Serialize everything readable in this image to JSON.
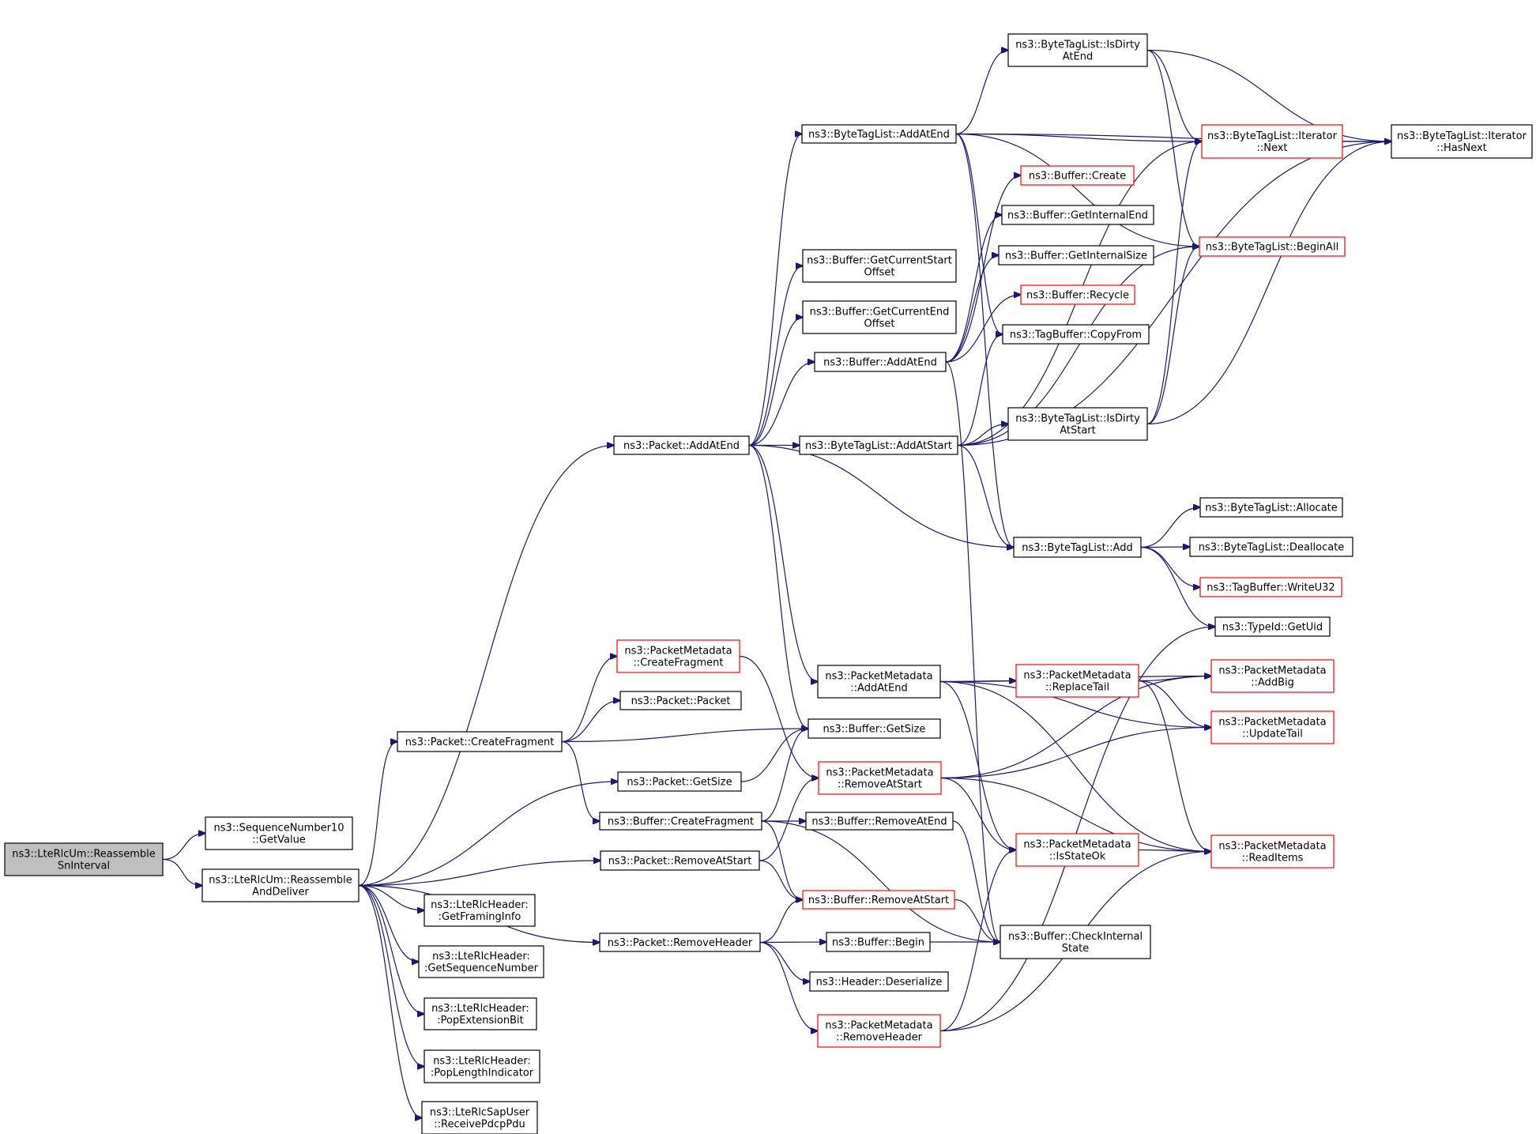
{
  "colors": {
    "edge": "#191970",
    "node_border": "#000000",
    "node_border_truncated": "#ff0000",
    "root_fill": "#bfbfbf",
    "node_fill": "#ffffff"
  },
  "nodes": [
    {
      "id": "root",
      "lines": [
        "ns3::LteRlcUm::Reassemble",
        "SnInterval"
      ],
      "style": "root"
    },
    {
      "id": "sn10",
      "lines": [
        "ns3::SequenceNumber10",
        "::GetValue"
      ],
      "style": "normal"
    },
    {
      "id": "rad",
      "lines": [
        "ns3::LteRlcUm::Reassemble",
        "AndDeliver"
      ],
      "style": "normal"
    },
    {
      "id": "h_getframing",
      "lines": [
        "ns3::LteRlcHeader:",
        ":GetFramingInfo"
      ],
      "style": "normal"
    },
    {
      "id": "h_getseq",
      "lines": [
        "ns3::LteRlcHeader:",
        ":GetSequenceNumber"
      ],
      "style": "normal"
    },
    {
      "id": "h_popext",
      "lines": [
        "ns3::LteRlcHeader:",
        ":PopExtensionBit"
      ],
      "style": "normal"
    },
    {
      "id": "h_poplen",
      "lines": [
        "ns3::LteRlcHeader:",
        ":PopLengthIndicator"
      ],
      "style": "normal"
    },
    {
      "id": "sapuser",
      "lines": [
        "ns3::LteRlcSapUser",
        "::ReceivePdcpPdu"
      ],
      "style": "normal"
    },
    {
      "id": "p_addatend",
      "lines": [
        "ns3::Packet::AddAtEnd"
      ],
      "style": "normal"
    },
    {
      "id": "p_createfrag",
      "lines": [
        "ns3::Packet::CreateFragment"
      ],
      "style": "normal"
    },
    {
      "id": "pm_createfrag",
      "lines": [
        "ns3::PacketMetadata",
        "::CreateFragment"
      ],
      "style": "truncated"
    },
    {
      "id": "p_packet",
      "lines": [
        "ns3::Packet::Packet"
      ],
      "style": "normal"
    },
    {
      "id": "p_getsize",
      "lines": [
        "ns3::Packet::GetSize"
      ],
      "style": "normal"
    },
    {
      "id": "b_createfrag",
      "lines": [
        "ns3::Buffer::CreateFragment"
      ],
      "style": "normal"
    },
    {
      "id": "p_removeatstart",
      "lines": [
        "ns3::Packet::RemoveAtStart"
      ],
      "style": "normal"
    },
    {
      "id": "p_removeheader",
      "lines": [
        "ns3::Packet::RemoveHeader"
      ],
      "style": "normal"
    },
    {
      "id": "btl_addatend",
      "lines": [
        "ns3::ByteTagList::AddAtEnd"
      ],
      "style": "normal"
    },
    {
      "id": "b_getcurstart",
      "lines": [
        "ns3::Buffer::GetCurrentStart",
        "Offset"
      ],
      "style": "normal"
    },
    {
      "id": "b_getcurend",
      "lines": [
        "ns3::Buffer::GetCurrentEnd",
        "Offset"
      ],
      "style": "normal"
    },
    {
      "id": "b_addatend",
      "lines": [
        "ns3::Buffer::AddAtEnd"
      ],
      "style": "normal"
    },
    {
      "id": "btl_addatstart",
      "lines": [
        "ns3::ByteTagList::AddAtStart"
      ],
      "style": "normal"
    },
    {
      "id": "pm_addatend",
      "lines": [
        "ns3::PacketMetadata",
        "::AddAtEnd"
      ],
      "style": "normal"
    },
    {
      "id": "b_getsize",
      "lines": [
        "ns3::Buffer::GetSize"
      ],
      "style": "normal"
    },
    {
      "id": "pm_removeatstart",
      "lines": [
        "ns3::PacketMetadata",
        "::RemoveAtStart"
      ],
      "style": "truncated"
    },
    {
      "id": "b_removeatend",
      "lines": [
        "ns3::Buffer::RemoveAtEnd"
      ],
      "style": "normal"
    },
    {
      "id": "b_removeatstart",
      "lines": [
        "ns3::Buffer::RemoveAtStart"
      ],
      "style": "truncated"
    },
    {
      "id": "b_begin",
      "lines": [
        "ns3::Buffer::Begin"
      ],
      "style": "normal"
    },
    {
      "id": "h_deserialize",
      "lines": [
        "ns3::Header::Deserialize"
      ],
      "style": "normal"
    },
    {
      "id": "pm_removeheader",
      "lines": [
        "ns3::PacketMetadata",
        "::RemoveHeader"
      ],
      "style": "truncated"
    },
    {
      "id": "btl_isdirtyend",
      "lines": [
        "ns3::ByteTagList::IsDirty",
        "AtEnd"
      ],
      "style": "normal"
    },
    {
      "id": "b_create",
      "lines": [
        "ns3::Buffer::Create"
      ],
      "style": "truncated"
    },
    {
      "id": "b_getinternalend",
      "lines": [
        "ns3::Buffer::GetInternalEnd"
      ],
      "style": "normal"
    },
    {
      "id": "b_getinternalsize",
      "lines": [
        "ns3::Buffer::GetInternalSize"
      ],
      "style": "normal"
    },
    {
      "id": "b_recycle",
      "lines": [
        "ns3::Buffer::Recycle"
      ],
      "style": "truncated"
    },
    {
      "id": "tb_copyfrom",
      "lines": [
        "ns3::TagBuffer::CopyFrom"
      ],
      "style": "normal"
    },
    {
      "id": "btl_isdirtystart",
      "lines": [
        "ns3::ByteTagList::IsDirty",
        "AtStart"
      ],
      "style": "normal"
    },
    {
      "id": "btl_add",
      "lines": [
        "ns3::ByteTagList::Add"
      ],
      "style": "normal"
    },
    {
      "id": "pm_replacetail",
      "lines": [
        "ns3::PacketMetadata",
        "::ReplaceTail"
      ],
      "style": "truncated"
    },
    {
      "id": "pm_isstateok",
      "lines": [
        "ns3::PacketMetadata",
        "::IsStateOk"
      ],
      "style": "truncated"
    },
    {
      "id": "b_checkinternal",
      "lines": [
        "ns3::Buffer::CheckInternal",
        "State"
      ],
      "style": "normal"
    },
    {
      "id": "btl_it_next",
      "lines": [
        "ns3::ByteTagList::Iterator",
        "::Next"
      ],
      "style": "truncated"
    },
    {
      "id": "btl_it_hasnext",
      "lines": [
        "ns3::ByteTagList::Iterator",
        "::HasNext"
      ],
      "style": "normal"
    },
    {
      "id": "btl_beginall",
      "lines": [
        "ns3::ByteTagList::BeginAll"
      ],
      "style": "truncated"
    },
    {
      "id": "btl_allocate",
      "lines": [
        "ns3::ByteTagList::Allocate"
      ],
      "style": "normal"
    },
    {
      "id": "btl_deallocate",
      "lines": [
        "ns3::ByteTagList::Deallocate"
      ],
      "style": "normal"
    },
    {
      "id": "tb_writeu32",
      "lines": [
        "ns3::TagBuffer::WriteU32"
      ],
      "style": "truncated"
    },
    {
      "id": "typeid_getuid",
      "lines": [
        "ns3::TypeId::GetUid"
      ],
      "style": "normal"
    },
    {
      "id": "pm_addbig",
      "lines": [
        "ns3::PacketMetadata",
        "::AddBig"
      ],
      "style": "truncated"
    },
    {
      "id": "pm_updatetail",
      "lines": [
        "ns3::PacketMetadata",
        "::UpdateTail"
      ],
      "style": "truncated"
    },
    {
      "id": "pm_readitems",
      "lines": [
        "ns3::PacketMetadata",
        "::ReadItems"
      ],
      "style": "truncated"
    }
  ],
  "edges": [
    [
      "root",
      "sn10"
    ],
    [
      "root",
      "rad"
    ],
    [
      "rad",
      "p_addatend"
    ],
    [
      "rad",
      "p_createfrag"
    ],
    [
      "rad",
      "p_getsize"
    ],
    [
      "rad",
      "p_removeatstart"
    ],
    [
      "rad",
      "p_removeheader"
    ],
    [
      "rad",
      "h_getframing"
    ],
    [
      "rad",
      "h_getseq"
    ],
    [
      "rad",
      "h_popext"
    ],
    [
      "rad",
      "h_poplen"
    ],
    [
      "rad",
      "sapuser"
    ],
    [
      "p_createfrag",
      "pm_createfrag"
    ],
    [
      "p_createfrag",
      "p_packet"
    ],
    [
      "p_createfrag",
      "b_getsize"
    ],
    [
      "p_createfrag",
      "b_createfrag"
    ],
    [
      "pm_createfrag",
      "pm_removeatstart"
    ],
    [
      "p_getsize",
      "b_getsize"
    ],
    [
      "b_createfrag",
      "b_getsize"
    ],
    [
      "b_createfrag",
      "b_removeatend"
    ],
    [
      "b_createfrag",
      "b_removeatstart"
    ],
    [
      "b_createfrag",
      "b_checkinternal"
    ],
    [
      "p_removeatstart",
      "pm_removeatstart"
    ],
    [
      "p_removeatstart",
      "b_removeatstart"
    ],
    [
      "p_removeheader",
      "b_removeatstart"
    ],
    [
      "p_removeheader",
      "b_begin"
    ],
    [
      "p_removeheader",
      "h_deserialize"
    ],
    [
      "p_removeheader",
      "pm_removeheader"
    ],
    [
      "p_addatend",
      "btl_addatend"
    ],
    [
      "p_addatend",
      "b_getcurstart"
    ],
    [
      "p_addatend",
      "b_getcurend"
    ],
    [
      "p_addatend",
      "b_addatend"
    ],
    [
      "p_addatend",
      "btl_addatstart"
    ],
    [
      "p_addatend",
      "btl_add"
    ],
    [
      "p_addatend",
      "pm_addatend"
    ],
    [
      "p_addatend",
      "b_getsize"
    ],
    [
      "btl_addatend",
      "btl_isdirtyend"
    ],
    [
      "btl_addatend",
      "btl_it_next"
    ],
    [
      "btl_addatend",
      "btl_it_hasnext"
    ],
    [
      "btl_addatend",
      "btl_beginall"
    ],
    [
      "btl_addatend",
      "tb_copyfrom"
    ],
    [
      "btl_addatend",
      "btl_add"
    ],
    [
      "btl_isdirtyend",
      "btl_it_next"
    ],
    [
      "btl_isdirtyend",
      "btl_it_hasnext"
    ],
    [
      "btl_isdirtyend",
      "btl_beginall"
    ],
    [
      "btl_it_next",
      "btl_it_hasnext"
    ],
    [
      "b_addatend",
      "b_create"
    ],
    [
      "b_addatend",
      "b_getinternalend"
    ],
    [
      "b_addatend",
      "b_getinternalsize"
    ],
    [
      "b_addatend",
      "b_recycle"
    ],
    [
      "b_addatend",
      "b_checkinternal"
    ],
    [
      "btl_addatstart",
      "btl_isdirtystart"
    ],
    [
      "btl_addatstart",
      "tb_copyfrom"
    ],
    [
      "btl_addatstart",
      "btl_add"
    ],
    [
      "btl_addatstart",
      "btl_it_next"
    ],
    [
      "btl_addatstart",
      "btl_it_hasnext"
    ],
    [
      "btl_addatstart",
      "btl_beginall"
    ],
    [
      "btl_isdirtystart",
      "btl_it_next"
    ],
    [
      "btl_isdirtystart",
      "btl_it_hasnext"
    ],
    [
      "btl_isdirtystart",
      "btl_beginall"
    ],
    [
      "btl_add",
      "btl_allocate"
    ],
    [
      "btl_add",
      "btl_deallocate"
    ],
    [
      "btl_add",
      "tb_writeu32"
    ],
    [
      "btl_add",
      "typeid_getuid"
    ],
    [
      "pm_addatend",
      "pm_replacetail"
    ],
    [
      "pm_addatend",
      "pm_addbig"
    ],
    [
      "pm_addatend",
      "pm_updatetail"
    ],
    [
      "pm_addatend",
      "pm_isstateok"
    ],
    [
      "pm_addatend",
      "pm_readitems"
    ],
    [
      "pm_replacetail",
      "pm_addbig"
    ],
    [
      "pm_replacetail",
      "pm_updatetail"
    ],
    [
      "pm_replacetail",
      "pm_readitems"
    ],
    [
      "pm_removeatstart",
      "pm_updatetail"
    ],
    [
      "pm_removeatstart",
      "pm_isstateok"
    ],
    [
      "pm_removeatstart",
      "pm_readitems"
    ],
    [
      "pm_removeatstart",
      "pm_addbig"
    ],
    [
      "pm_isstateok",
      "pm_readitems"
    ],
    [
      "b_removeatend",
      "b_checkinternal"
    ],
    [
      "b_removeatstart",
      "b_checkinternal"
    ],
    [
      "b_begin",
      "b_checkinternal"
    ],
    [
      "pm_removeheader",
      "pm_isstateok"
    ],
    [
      "pm_removeheader",
      "pm_readitems"
    ],
    [
      "pm_removeheader",
      "typeid_getuid"
    ]
  ]
}
